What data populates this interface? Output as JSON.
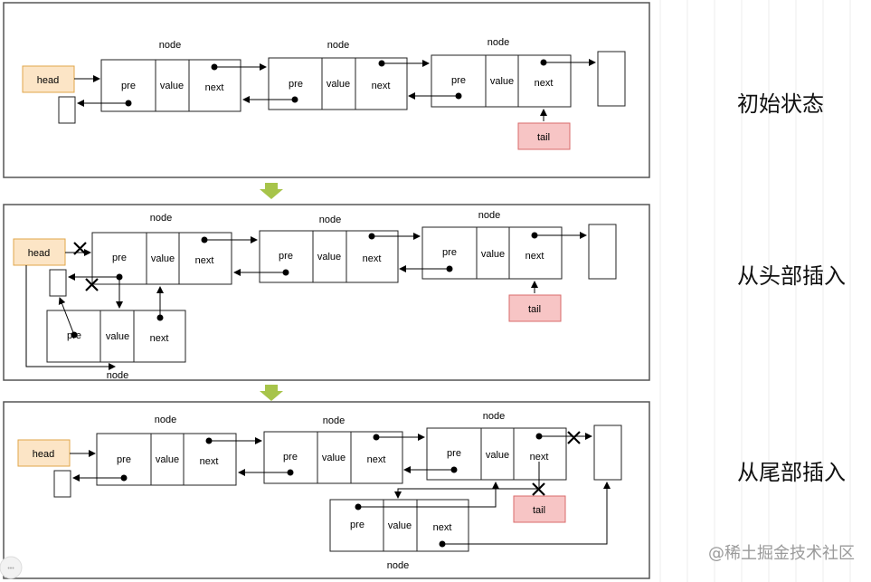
{
  "labels": {
    "node": "node",
    "pre": "pre",
    "value": "value",
    "next": "next",
    "head": "head",
    "tail": "tail"
  },
  "sections": [
    {
      "caption": "初始状态"
    },
    {
      "caption": "从头部插入"
    },
    {
      "caption": "从尾部插入"
    }
  ],
  "watermark": "@稀土掘金技术社区",
  "colors": {
    "head_fill": "#fce5c6",
    "head_stroke": "#e0a64a",
    "tail_fill": "#f7c5c5",
    "tail_stroke": "#d96b6b",
    "arrow_down": "#a7c44a"
  }
}
